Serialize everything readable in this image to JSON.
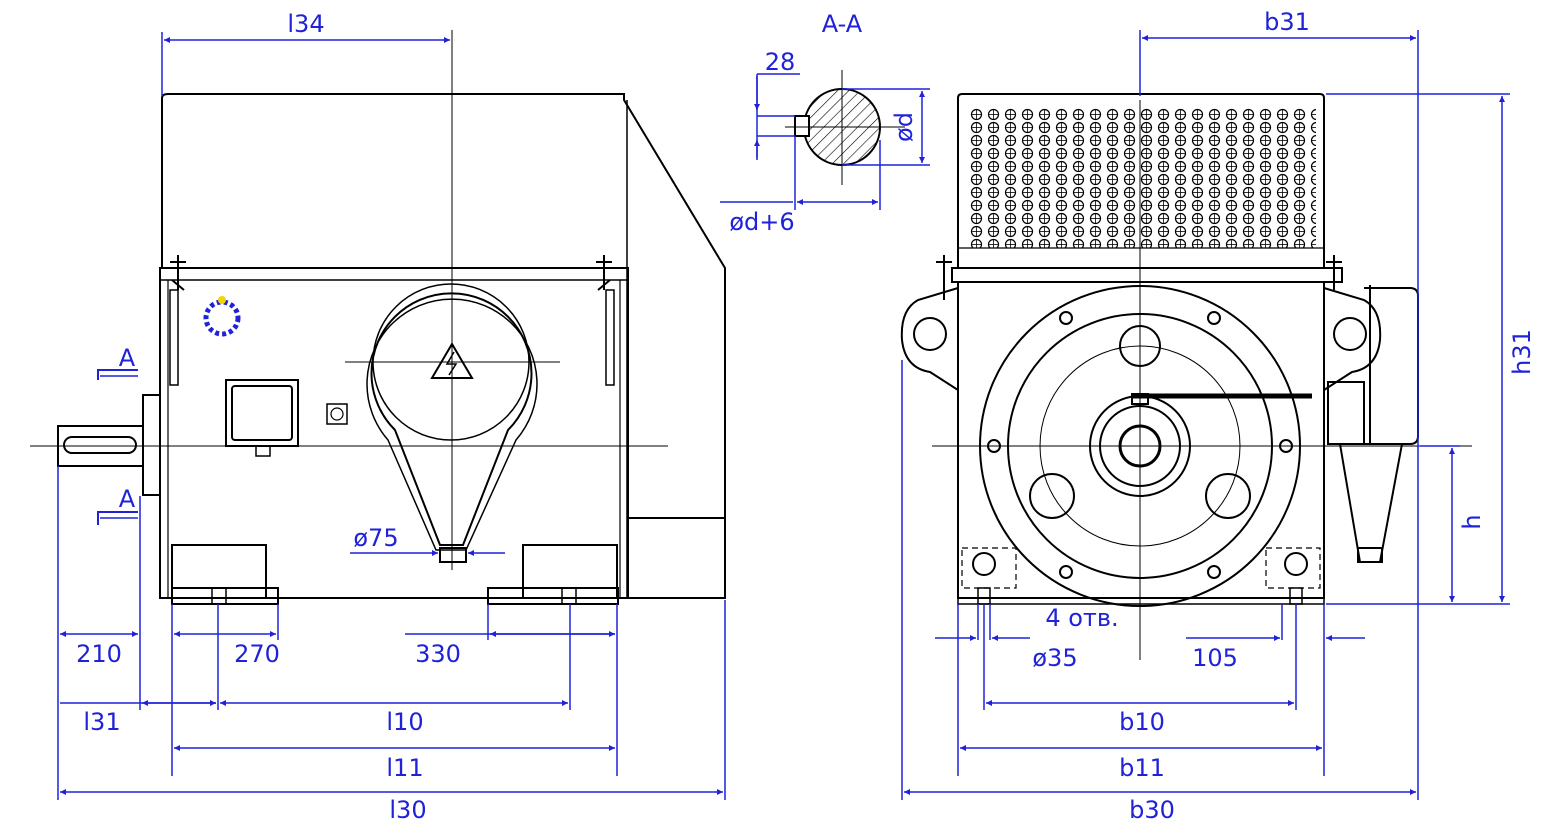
{
  "colors": {
    "outline": "#000000",
    "dimension": "#1f22d8",
    "highlight": "#f2d40a"
  },
  "labels": {
    "section": "A-A",
    "section_mark_top": "A",
    "section_mark_bottom": "A",
    "l34": "l34",
    "b31": "b31",
    "h31": "h31",
    "h": "h",
    "dim_28": "28",
    "od": "ød",
    "od6": "ød+6",
    "d75": "ø75",
    "d210": "210",
    "d270": "270",
    "d330": "330",
    "l31": "l31",
    "l10": "l10",
    "l11": "l11",
    "l30": "l30",
    "holes": "4 отв.",
    "d35": "ø35",
    "d105": "105",
    "b10": "b10",
    "b11": "b11",
    "b30": "b30"
  },
  "icons": {
    "warning": "high-voltage-warning-icon",
    "ground": "grounding-icon"
  }
}
